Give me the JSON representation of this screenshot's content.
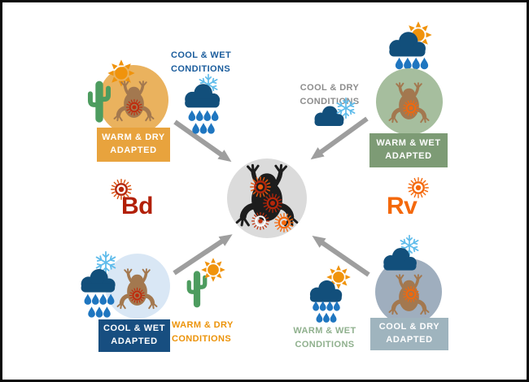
{
  "figure": {
    "description": "Diagram of frog climate adaptation versus pathogen infection risk",
    "center": "infected frog silhouette covered in pathogen particles"
  },
  "pathogens": {
    "bd": {
      "label": "Bd",
      "color": "#b5260a"
    },
    "rv": {
      "label": "Rv",
      "color": "#f4680b"
    }
  },
  "quadrants": {
    "top_left": {
      "adapted_label": "WARM & DRY\nADAPTED",
      "adapted_color": "#e8a33d",
      "adapted_icons": [
        "sun-icon",
        "cactus-icon"
      ],
      "conditions_label": "COOL & WET\nCONDITIONS",
      "conditions_color": "#1a5c9c",
      "conditions_icons": [
        "snowflake-icon",
        "cloud-icon",
        "raindrops-icon"
      ],
      "circle_color": "#eab25e"
    },
    "top_right": {
      "adapted_label": "WARM & WET\nADAPTED",
      "adapted_color": "#7d9b75",
      "adapted_icons": [
        "sun-icon",
        "cloud-icon",
        "raindrops-icon"
      ],
      "conditions_label": "COOL & DRY\nCONDITIONS",
      "conditions_color": "#8d8d8d",
      "conditions_icons": [
        "cloud-icon",
        "snowflake-icon"
      ],
      "circle_color": "#a6be9e"
    },
    "bottom_left": {
      "adapted_label": "COOL & WET\nADAPTED",
      "adapted_color": "#174e80",
      "adapted_icons": [
        "snowflake-icon",
        "cloud-icon",
        "raindrops-icon"
      ],
      "conditions_label": "WARM & DRY\nCONDITIONS",
      "conditions_color": "#ec9309",
      "conditions_icons": [
        "cactus-icon",
        "sun-icon"
      ],
      "circle_color": "#d9e7f5"
    },
    "bottom_right": {
      "adapted_label": "COOL & DRY\nADAPTED",
      "adapted_color": "#9fb4be",
      "adapted_icons": [
        "cloud-icon",
        "snowflake-icon"
      ],
      "conditions_label": "WARM & WET\nCONDITIONS",
      "conditions_color": "#8fb08d",
      "conditions_icons": [
        "sun-icon",
        "cloud-icon",
        "raindrops-icon"
      ],
      "circle_color": "#9faebe"
    }
  },
  "colors": {
    "arrow_gray": "#9e9e9e",
    "frog_brown": "#a3784f",
    "frog_black": "#1d1d1d",
    "center_circle": "#dbdbdb",
    "cloud_navy": "#124f7b",
    "snowflake_blue": "#5fbceb",
    "rain_blue": "#1f76c0",
    "sun_orange": "#f0930c",
    "cactus_green": "#4d9c5f"
  }
}
